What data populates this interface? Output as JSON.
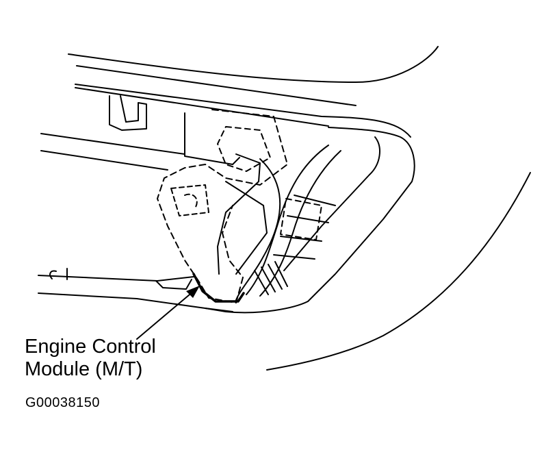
{
  "diagram": {
    "callout_label_line1": "Engine Control",
    "callout_label_line2": "Module (M/T)",
    "figure_id": "G00038150",
    "line_color": "#000000",
    "background_color": "#ffffff"
  }
}
